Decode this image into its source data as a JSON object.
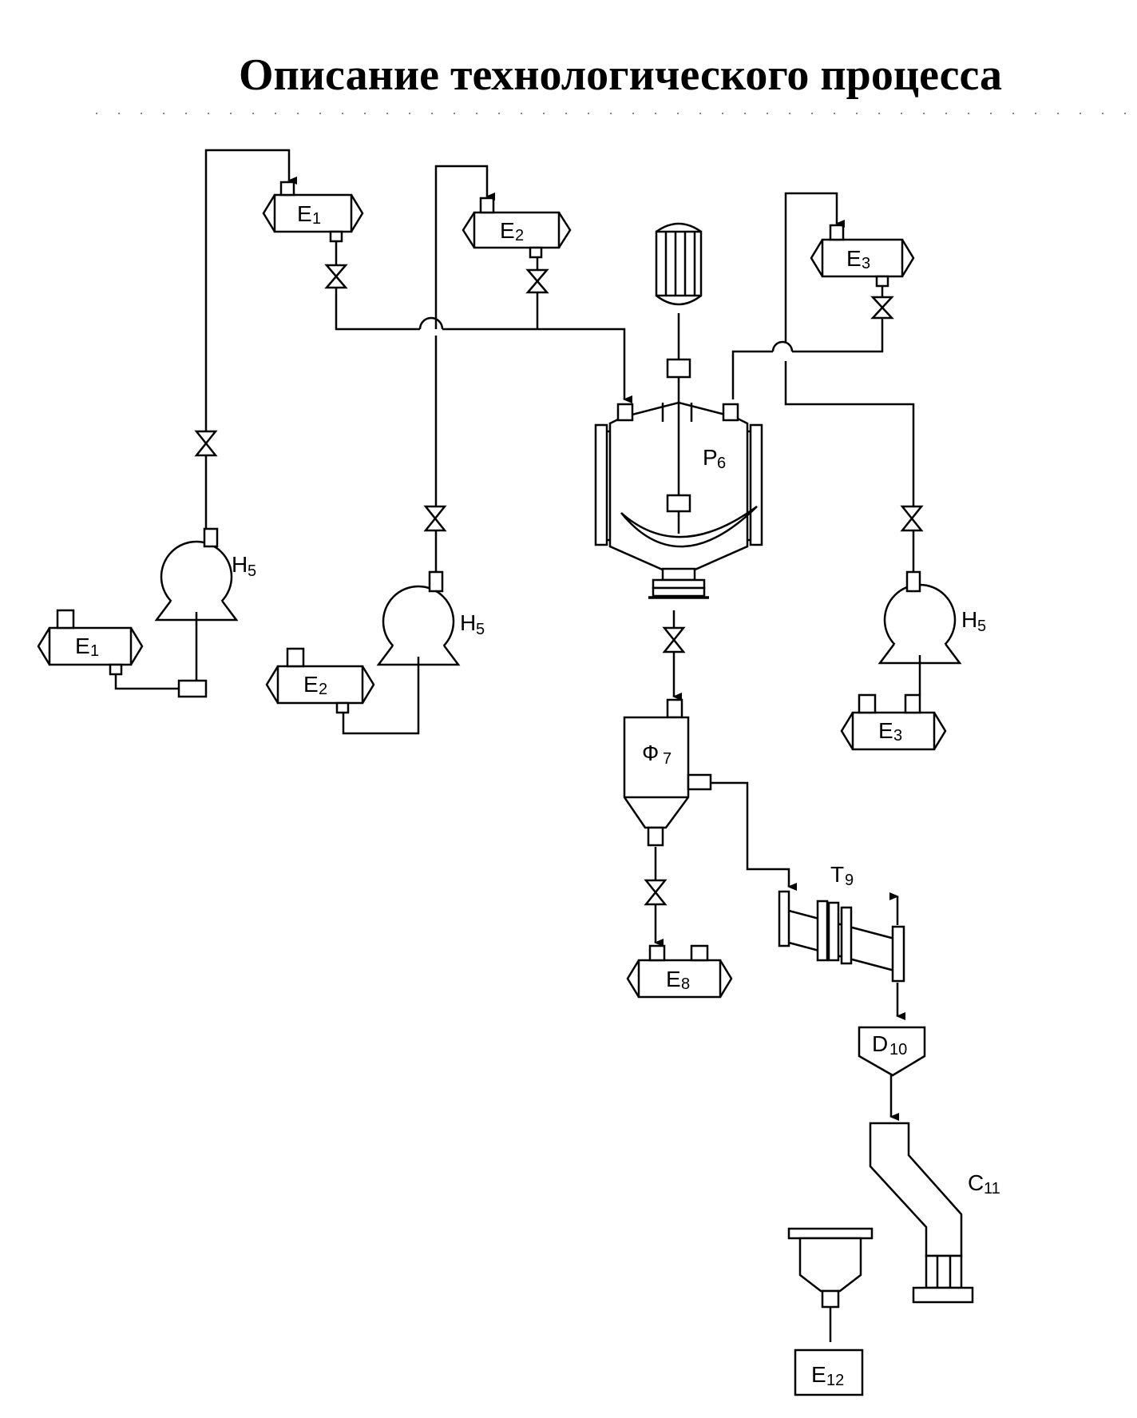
{
  "title": "Описание технологического процесса",
  "labels": {
    "e1_top": "E",
    "e1_top_sub": "1",
    "e2_top": "E",
    "e2_top_sub": "2",
    "e3_top": "E",
    "e3_top_sub": "3",
    "e1_bottom": "E",
    "e1_bottom_sub": "1",
    "e2_bottom": "E",
    "e2_bottom_sub": "2",
    "e3_bottom": "E",
    "e3_bottom_sub": "3",
    "pump1": "H",
    "pump1_sub": "5",
    "pump2": "H",
    "pump2_sub": "5",
    "pump3": "H",
    "pump3_sub": "5",
    "reactor": "P",
    "reactor_sub": "6",
    "filter": "Ф",
    "filter_sub": "7",
    "e8": "E",
    "e8_sub": "8",
    "t9": "T",
    "t9_sub": "9",
    "d10": "D",
    "d10_sub": "10",
    "c11": "C",
    "c11_sub": "11",
    "e12": "E",
    "e12_sub": "12"
  }
}
